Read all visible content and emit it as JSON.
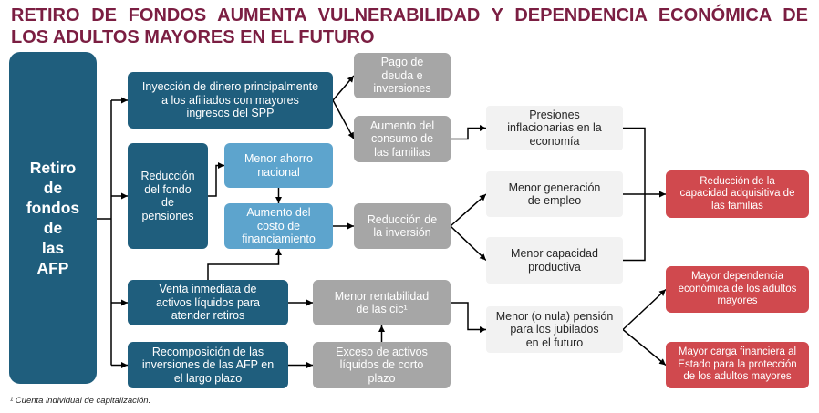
{
  "title": {
    "line_1": "RETIRO DE FONDOS AUMENTA VULNERABILIDAD Y DEPENDENCIA ECONÓMICA DE",
    "line_2": "LOS ADULTOS MAYORES EN EL FUTURO"
  },
  "colors": {
    "title": "#7B1E42",
    "dark_teal_box": "#1F5E7D",
    "light_blue_box": "#5DA4CD",
    "gray_box": "#A6A6A6",
    "light_gray_box": "#F2F2F2",
    "red_box": "#D0494E",
    "connector": "#000000"
  },
  "nodes": {
    "origin": "Retiro\nde\nfondos\nde\nlas\nAFP",
    "injection": "Inyección de dinero principalmente\na los afiliados con mayores\ningresos del SPP",
    "debt_payment": "Pago de\ndeuda e\ninversiones",
    "consumption": "Aumento del\nconsumo de\nlas familias",
    "inflation": "Presiones\ninflacionarias en la\neconomía",
    "fund_reduction": "Reducción\ndel fondo\nde\npensiones",
    "lower_saving": "Menor ahorro\nnacional",
    "financing_cost": "Aumento del\ncosto de\nfinanciamiento",
    "lower_investment": "Reducción de\nla inversión",
    "lower_employment": "Menor generación\nde empleo",
    "lower_capacity": "Menor capacidad\nproductiva",
    "purchasing_power": "Reducción de la\ncapacidad adquisitiva de\nlas familias",
    "asset_sale": "Venta inmediata de\nactivos líquidos para\natender retiros",
    "lower_return": "Menor rentabilidad\nde las cic¹",
    "lower_pension": "Menor (o nula) pensión\npara los jubilados\nen el futuro",
    "elder_dependency": "Mayor dependencia\neconómica de los adultos\nmayores",
    "portfolio_recomposition": "Recomposición de las\ninversiones de las AFP en\nel largo plazo",
    "excess_liquidity": "Exceso de activos\nlíquidos de corto\nplazo",
    "state_burden": "Mayor carga financiera al\nEstado para la protección\nde los adultos mayores"
  },
  "footnote": "¹ Cuenta individual de capitalización."
}
